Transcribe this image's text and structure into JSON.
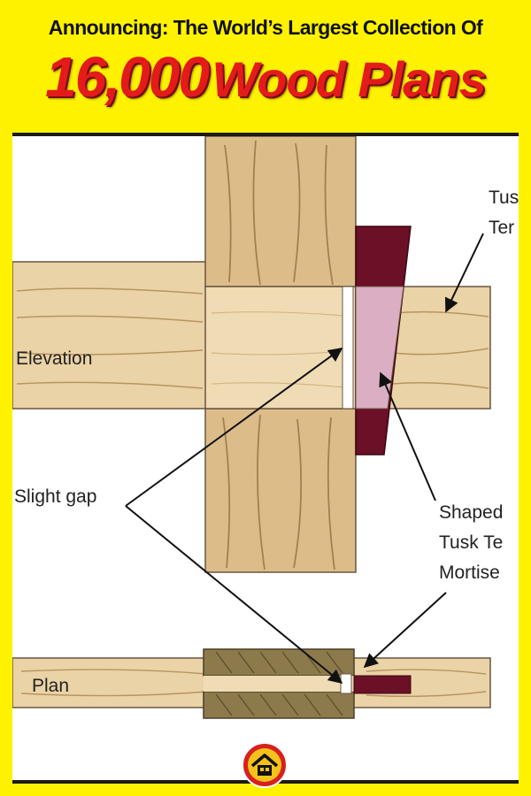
{
  "header": {
    "headline": "Announcing: The World’s Largest Collection Of",
    "title_number": "16,000",
    "title_words": "Wood Plans"
  },
  "diagram": {
    "labels": {
      "elevation": "Elevation",
      "slight_gap": "Slight gap",
      "plan": "Plan",
      "tusk_tenon_line1": "Tus",
      "tusk_tenon_line2": "Ter",
      "shaped_line1": "Shaped",
      "shaped_line2": "Tusk Te",
      "shaped_line3": "Mortise"
    },
    "colors": {
      "wood": "#e8cfa2",
      "wood_dark": "#c9a46c",
      "wedge": "#6b1026",
      "mortise": "#d8a8c0",
      "outline": "#5a4a3a",
      "dark_wood": "#8d7a4c"
    }
  },
  "logo": {
    "icon": "house-icon"
  }
}
